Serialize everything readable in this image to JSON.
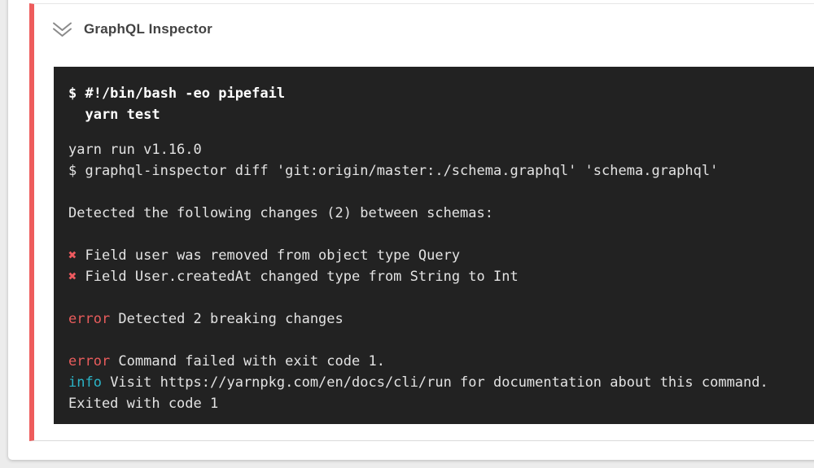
{
  "header": {
    "title": "GraphQL Inspector"
  },
  "colors": {
    "accent_red": "#ee5c5c",
    "terminal_bg": "#222222",
    "error_red": "#e85c5c",
    "info_cyan": "#2bb3c6",
    "cross_red": "#ee5a5f",
    "text_plain": "#e3e3e3",
    "text_bold": "#ffffff",
    "title_gray": "#424242",
    "icon_gray": "#8a8a8a"
  },
  "terminal": {
    "command_lines": [
      [
        {
          "t": "$ #!/bin/bash -eo pipefail",
          "s": "bold"
        }
      ],
      [
        {
          "t": "  yarn test",
          "s": "bold"
        }
      ]
    ],
    "output_lines": [
      [
        {
          "t": "yarn run v1.16.0",
          "s": "plain"
        }
      ],
      [
        {
          "t": "$ graphql-inspector diff 'git:origin/master:./schema.graphql' 'schema.graphql'",
          "s": "plain"
        }
      ],
      [],
      [
        {
          "t": "Detected the following changes (2) between schemas:",
          "s": "plain"
        }
      ],
      [],
      [
        {
          "t": "✖",
          "s": "cross"
        },
        {
          "t": " Field user was removed from object type Query",
          "s": "plain"
        }
      ],
      [
        {
          "t": "✖",
          "s": "cross"
        },
        {
          "t": " Field User.createdAt changed type from String to Int",
          "s": "plain"
        }
      ],
      [],
      [
        {
          "t": "error",
          "s": "red"
        },
        {
          "t": " Detected 2 breaking changes",
          "s": "plain"
        }
      ],
      [],
      [
        {
          "t": "error",
          "s": "red"
        },
        {
          "t": " Command failed with exit code 1.",
          "s": "plain"
        }
      ],
      [
        {
          "t": "info",
          "s": "cyan"
        },
        {
          "t": " Visit https://yarnpkg.com/en/docs/cli/run for documentation about this command.",
          "s": "plain"
        }
      ],
      [
        {
          "t": "Exited with code 1",
          "s": "plain"
        }
      ]
    ]
  }
}
